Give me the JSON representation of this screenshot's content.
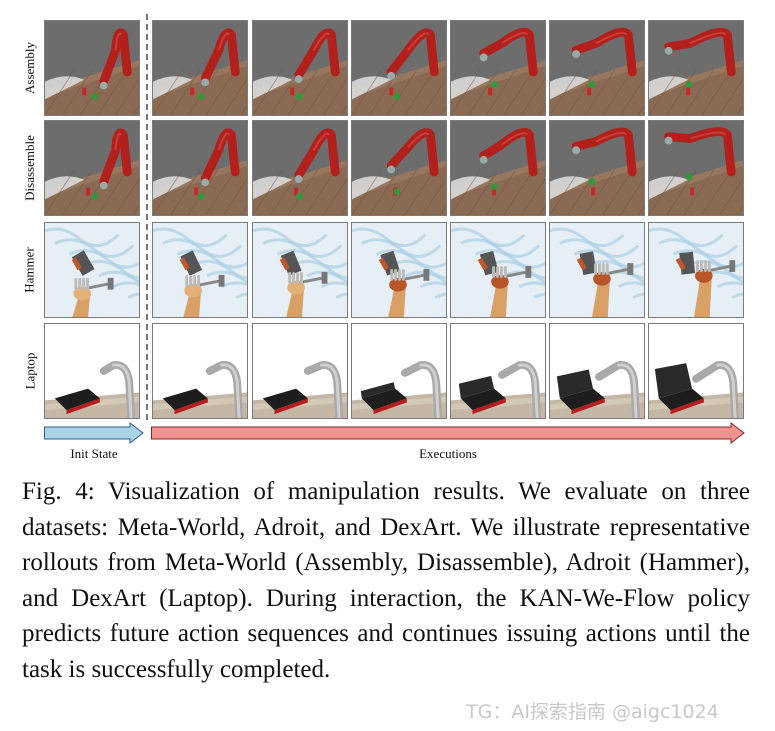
{
  "figure": {
    "row_labels": [
      "Assembly",
      "Disassemble",
      "Hammer",
      "Laptop"
    ],
    "init_state_label": "Init State",
    "executions_label": "Executions",
    "colors": {
      "init_arrow": "#a9d4e6",
      "exec_arrow": "#f2918f",
      "robot_red": "#b3201b",
      "table_wood": "#8a6a52",
      "sky_grey": "#6d6d6d"
    }
  },
  "caption": {
    "text": "Fig. 4: Visualization of manipulation results. We evaluate on three datasets: Meta-World, Adroit, and DexArt. We illustrate representative rollouts from Meta-World (Assembly, Disassemble), Adroit (Hammer), and DexArt (Laptop). During interaction, the KAN-We-Flow policy predicts future action sequences and continues issuing actions until the task is successfully completed."
  },
  "watermark": {
    "text": "TG：AI探索指南 @aigc1024"
  }
}
